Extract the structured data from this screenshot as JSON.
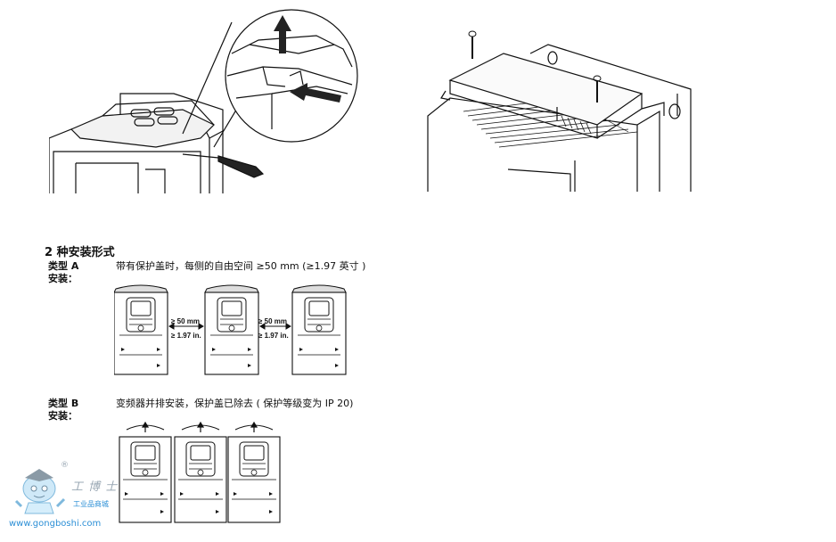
{
  "section": {
    "title": "2 种安装形式"
  },
  "type_a": {
    "label_line1": "类型 A",
    "label_line2": "安装：",
    "description": "带有保护盖时，每侧的自由空间 ≥50 mm (≥1.97 英寸 )",
    "gap_mm": "≥ 50 mm",
    "gap_in": "≥ 1.97 in."
  },
  "type_b": {
    "label_line1": "类型 B",
    "label_line2": "安装：",
    "description": "变频器并排安装，保护盖已除去 ( 保护等级变为 IP 20)"
  },
  "watermark": {
    "brand_cn": "工博士",
    "subtitle": "工业品商城",
    "registered": "®",
    "url": "www.gongboshi.com"
  }
}
